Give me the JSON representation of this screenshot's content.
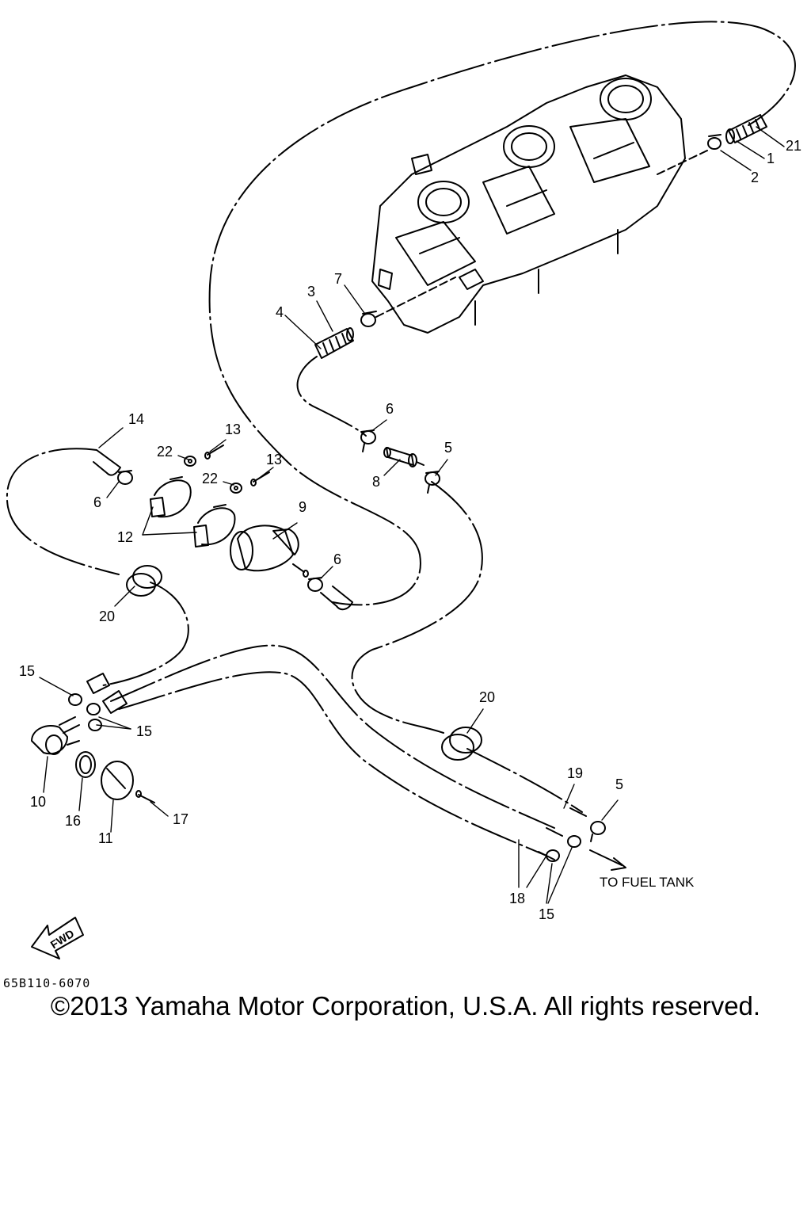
{
  "callouts": {
    "c1": "1",
    "c2": "2",
    "c3": "3",
    "c4": "4",
    "c5a": "5",
    "c5b": "5",
    "c6a": "6",
    "c6b": "6",
    "c6c": "6",
    "c7": "7",
    "c8": "8",
    "c9": "9",
    "c10": "10",
    "c11": "11",
    "c12": "12",
    "c13a": "13",
    "c13b": "13",
    "c14": "14",
    "c15a": "15",
    "c15b": "15",
    "c15c": "15",
    "c16": "16",
    "c17": "17",
    "c18": "18",
    "c19": "19",
    "c20a": "20",
    "c20b": "20",
    "c21": "21",
    "c22a": "22",
    "c22b": "22"
  },
  "labels": {
    "fuel_tank": "TO FUEL TANK",
    "fwd": "FWD",
    "diagram_code": "65B110-6070"
  },
  "footer": {
    "copyright": "©2013 Yamaha Motor Corporation, U.S.A. All rights reserved."
  }
}
